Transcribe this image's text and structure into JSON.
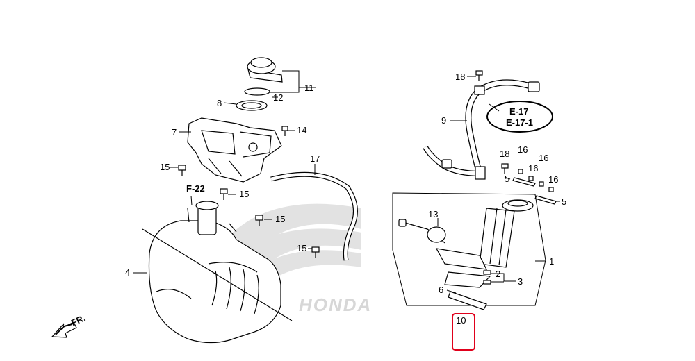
{
  "diagram": {
    "brand_watermark": "HONDA",
    "direction_label": "FR.",
    "refs": {
      "e17": "E-17",
      "e17_1": "E-17-1",
      "f22": "F-22"
    },
    "labels": {
      "p1": "1",
      "p2": "2",
      "p3": "3",
      "p4": "4",
      "p5a": "5",
      "p5b": "5",
      "p6": "6",
      "p7": "7",
      "p8": "8",
      "p9": "9",
      "p10": "10",
      "p11": "11",
      "p12": "12",
      "p13": "13",
      "p14": "14",
      "p15a": "15",
      "p15b": "15",
      "p15c": "15",
      "p15d": "15",
      "p16a": "16",
      "p16b": "16",
      "p16c": "16",
      "p16d": "16",
      "p17": "17",
      "p18a": "18",
      "p18b": "18"
    },
    "colors": {
      "ellipse_highlight": "#000000",
      "box_highlight": "#e0001b",
      "watermark": "#c8c8c8"
    }
  }
}
